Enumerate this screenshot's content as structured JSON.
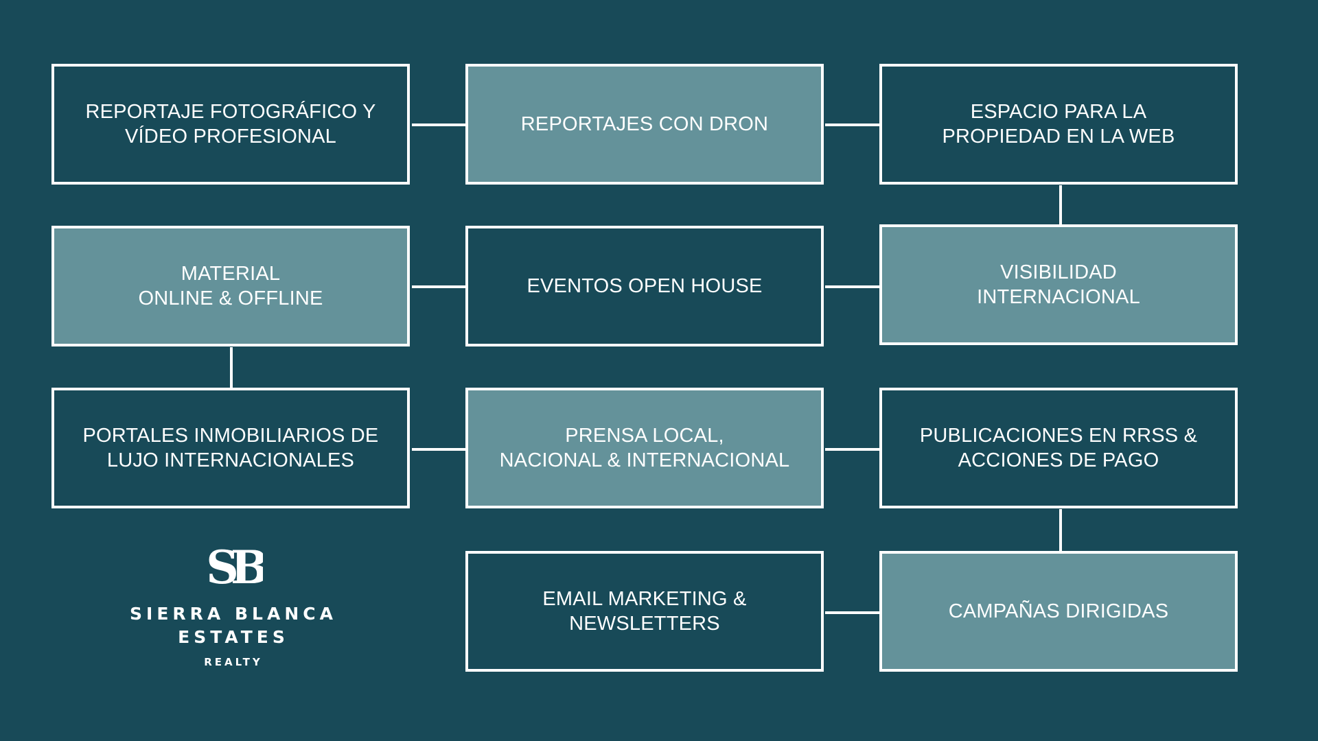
{
  "colors": {
    "background": "#184a58",
    "box_light": "#64929a",
    "box_dark": "#184a58",
    "border": "#ffffff"
  },
  "boxes": [
    {
      "id": "fotografico",
      "label": "REPORTAJE FOTOGRÁFICO Y\nVÍDEO PROFESIONAL",
      "fill": "dark"
    },
    {
      "id": "dron",
      "label": "REPORTAJES CON DRON",
      "fill": "light"
    },
    {
      "id": "espacio-web",
      "label": "ESPACIO PARA LA\nPROPIEDAD EN LA WEB",
      "fill": "dark"
    },
    {
      "id": "material",
      "label": "MATERIAL\nONLINE & OFFLINE",
      "fill": "light"
    },
    {
      "id": "open-house",
      "label": "EVENTOS OPEN HOUSE",
      "fill": "dark"
    },
    {
      "id": "visibilidad",
      "label": "VISIBILIDAD\nINTERNACIONAL",
      "fill": "light"
    },
    {
      "id": "portales",
      "label": "PORTALES INMOBILIARIOS DE\nLUJO INTERNACIONALES",
      "fill": "dark"
    },
    {
      "id": "prensa",
      "label": "PRENSA LOCAL,\nNACIONAL & INTERNACIONAL",
      "fill": "light"
    },
    {
      "id": "rrss",
      "label": "PUBLICACIONES EN RRSS &\nACCIONES DE PAGO",
      "fill": "dark"
    },
    {
      "id": "email",
      "label": "EMAIL MARKETING &\nNEWSLETTERS",
      "fill": "dark"
    },
    {
      "id": "campanas",
      "label": "CAMPAÑAS DIRIGIDAS",
      "fill": "light"
    }
  ],
  "edges": [
    {
      "from": "fotografico",
      "to": "dron"
    },
    {
      "from": "dron",
      "to": "espacio-web"
    },
    {
      "from": "espacio-web",
      "to": "visibilidad"
    },
    {
      "from": "visibilidad",
      "to": "open-house"
    },
    {
      "from": "open-house",
      "to": "material"
    },
    {
      "from": "material",
      "to": "portales"
    },
    {
      "from": "portales",
      "to": "prensa"
    },
    {
      "from": "prensa",
      "to": "rrss"
    },
    {
      "from": "rrss",
      "to": "campanas"
    },
    {
      "from": "campanas",
      "to": "email"
    }
  ],
  "logo": {
    "monogram": "SB",
    "name_line1": "SIERRA BLANCA",
    "name_line2": "ESTATES",
    "sub": "REALTY"
  }
}
